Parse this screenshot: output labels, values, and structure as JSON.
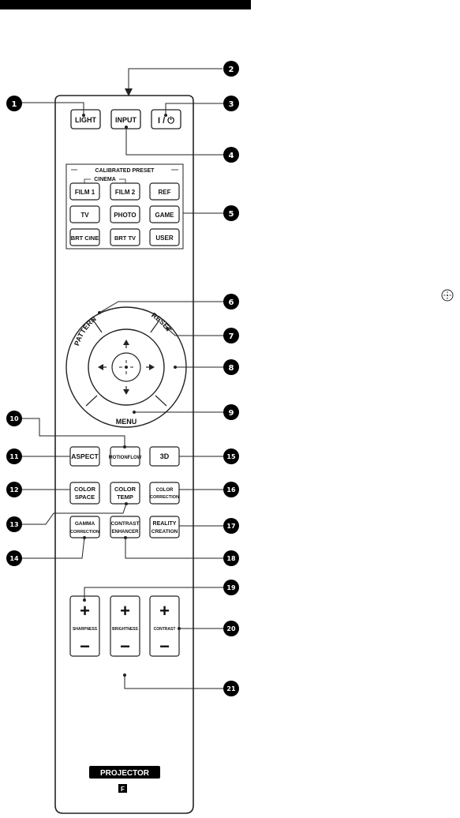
{
  "remote": {
    "section_label": "CALIBRATED PRESET",
    "cinema_label": "CINEMA",
    "brand_label": "PROJECTOR",
    "brand_badge": "F",
    "buttons": {
      "light": "LIGHT",
      "input": "INPUT",
      "power": "I / ⏻",
      "film1": "FILM 1",
      "film2": "FILM 2",
      "ref": "REF",
      "tv": "TV",
      "photo": "PHOTO",
      "game": "GAME",
      "brt_cine": "BRT CINE",
      "brt_tv": "BRT TV",
      "user": "USER",
      "pattern": "PATTERN",
      "reset": "RESET",
      "menu": "MENU",
      "aspect": "ASPECT",
      "motionflow": "MOTIONFLOW",
      "three_d": "3D",
      "color_space_1": "COLOR",
      "color_space_2": "SPACE",
      "color_temp_1": "COLOR",
      "color_temp_2": "TEMP",
      "color_correction_1": "COLOR",
      "color_correction_2": "CORRECTION",
      "gamma_correction_1": "GAMMA",
      "gamma_correction_2": "CORRECTION",
      "contrast_enhancer_1": "CONTRAST",
      "contrast_enhancer_2": "ENHANCER",
      "reality_creation_1": "REALITY",
      "reality_creation_2": "CREATION",
      "sharpness": "SHARPNESS",
      "brightness": "BRIGHTNESS",
      "contrast": "CONTRAST",
      "plus": "+",
      "minus": "−"
    }
  },
  "callouts": [
    "1",
    "2",
    "3",
    "4",
    "5",
    "6",
    "7",
    "8",
    "9",
    "10",
    "11",
    "12",
    "13",
    "14",
    "15",
    "16",
    "17",
    "18",
    "19",
    "20",
    "21"
  ]
}
